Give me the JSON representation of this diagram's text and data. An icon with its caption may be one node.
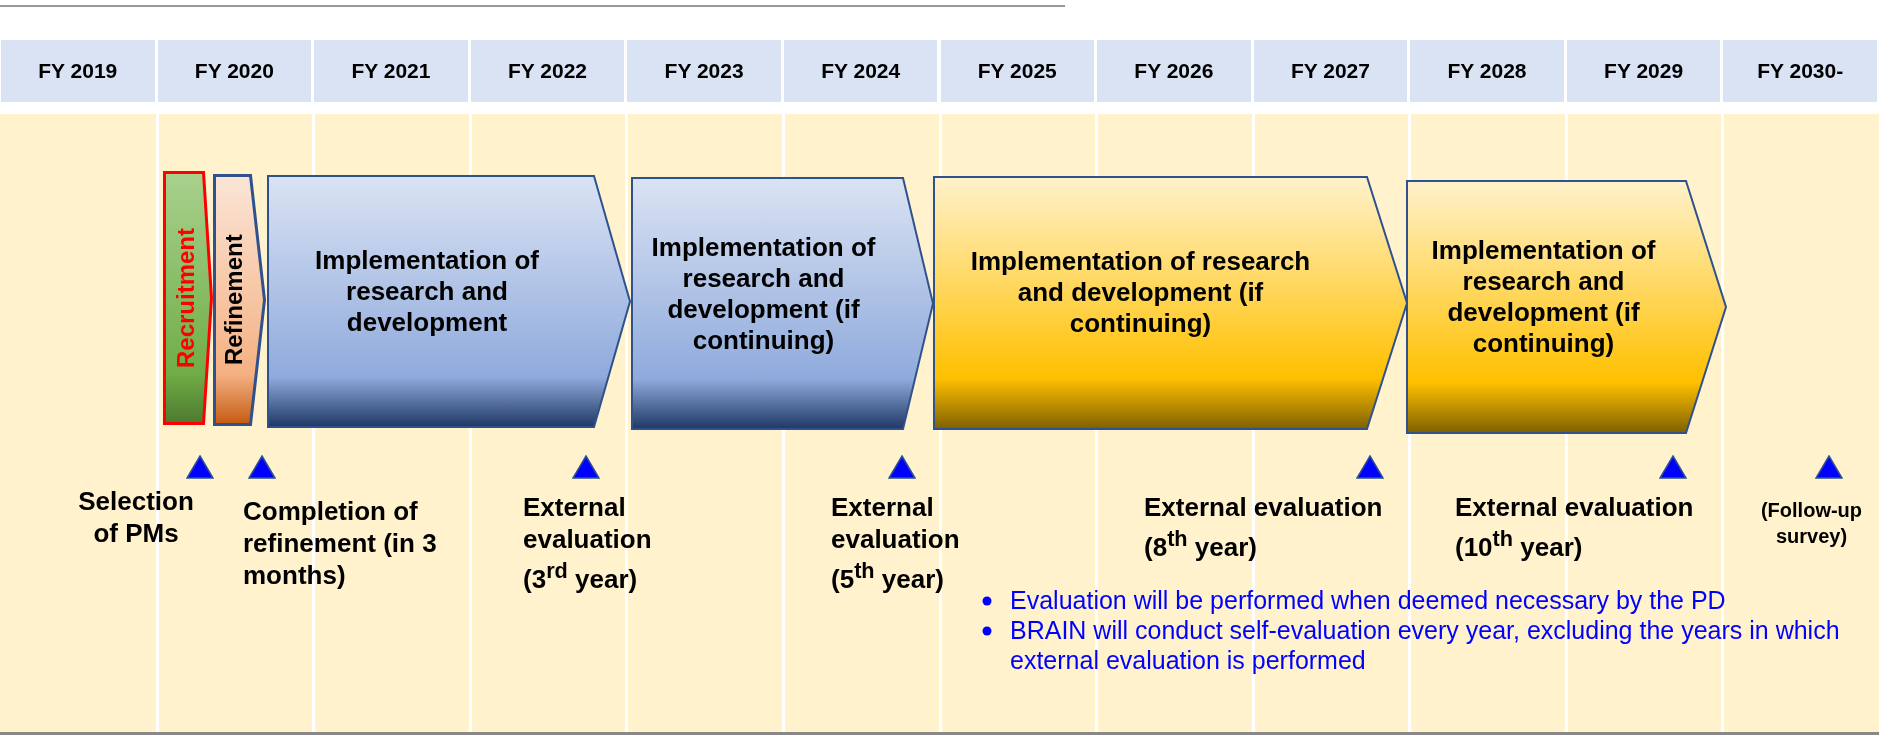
{
  "diagram": {
    "nodes": [
      {
        "text": [
          "FY 2019"
        ]
      },
      {
        "text": [
          "FY 2020"
        ]
      },
      {
        "text": [
          "FY 2021"
        ]
      },
      {
        "text": [
          "FY 2022"
        ]
      },
      {
        "text": [
          "FY 2023"
        ]
      },
      {
        "text": [
          "FY 2024"
        ]
      },
      {
        "text": [
          "FY 2025"
        ]
      },
      {
        "text": [
          "FY 2026"
        ]
      },
      {
        "text": [
          "FY 2027"
        ]
      },
      {
        "text": [
          "FY 2028"
        ]
      },
      {
        "text": [
          "FY 2029"
        ]
      },
      {
        "text": [
          "FY 2030-"
        ]
      },
      {
        "text": [
          "Recruitment"
        ]
      },
      {
        "text": [
          "Refinement"
        ]
      },
      {
        "text": [
          "Implementation of research and development"
        ]
      },
      {
        "text": [
          "Implementation of research and development (if continuing)"
        ]
      },
      {
        "text": [
          "Implementation of research and development (if continuing)"
        ]
      },
      {
        "text": [
          "Implementation of research and development (if continuing)"
        ]
      },
      {
        "text": [
          "Selection of PMs"
        ]
      },
      {
        "text": [
          "Completion of refinement (in 3 months)"
        ]
      },
      {
        "text": [
          "External evaluation (3$^{rd}$ year)"
        ]
      },
      {
        "text": [
          "External evaluation (5$^{th}$ year)"
        ]
      },
      {
        "text": [
          "External evaluation (8$^{th}$ year)"
        ]
      },
      {
        "text": [
          "External evaluation (10$^{th}$ year)"
        ]
      },
      {
        "text": [
          "(Follow-up survey)"
        ]
      }
    ],
    "labels": [
      "Evaluation will be performed when deemed necessary by the PD",
      "BRAIN will conduct self-evaluation every year, excluding the years in which external evaluation is performed"
    ]
  }
}
